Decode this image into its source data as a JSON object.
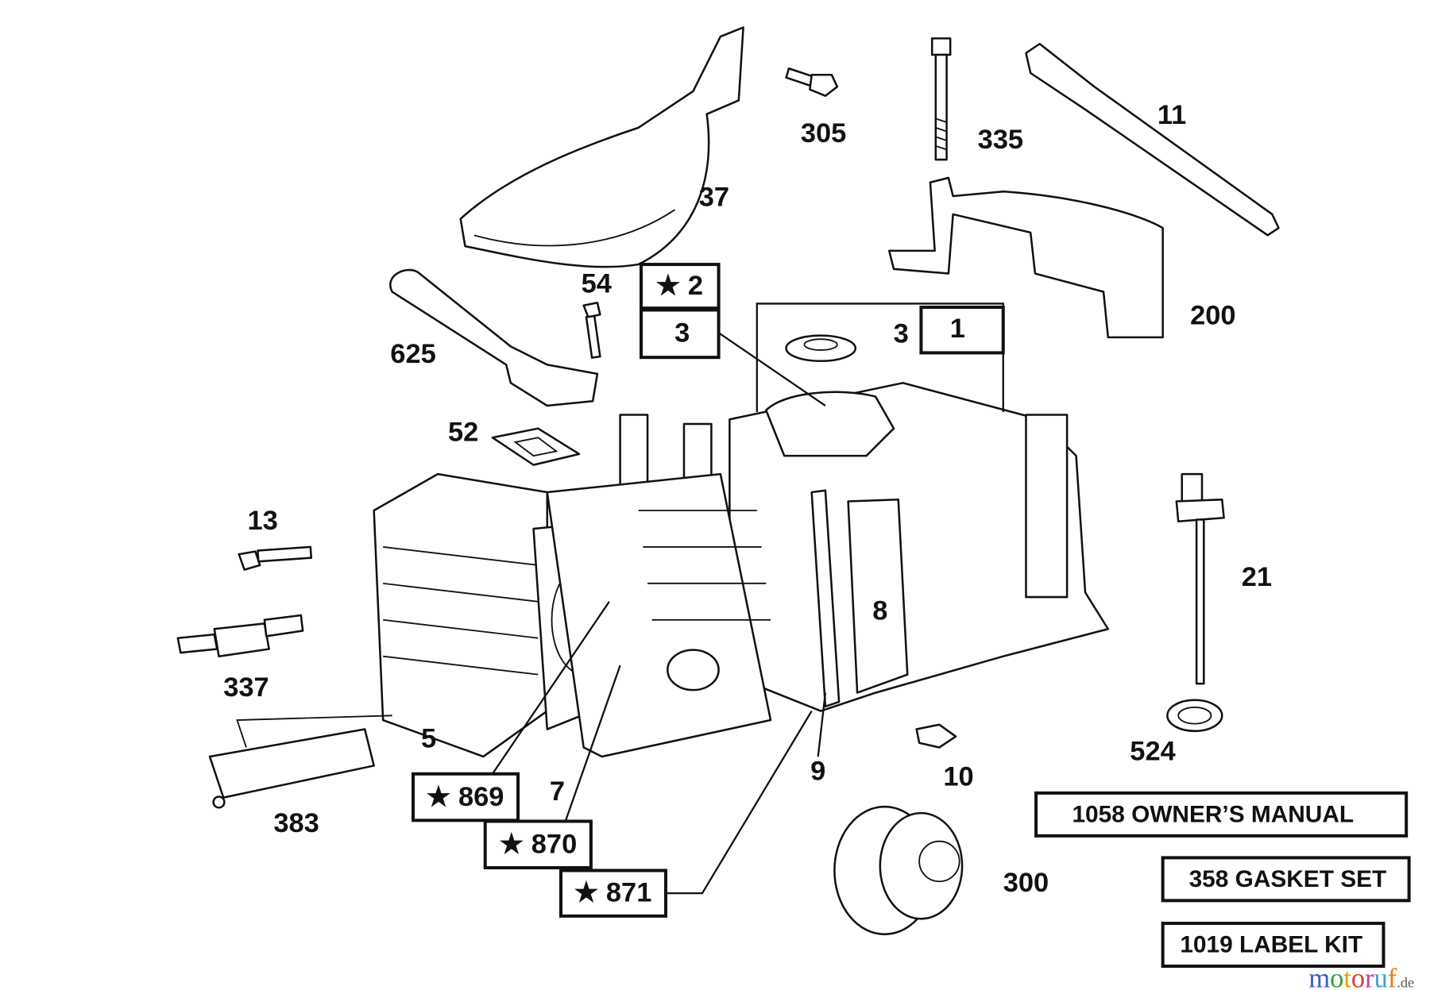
{
  "diagram": {
    "callouts": {
      "c305": "305",
      "c335": "335",
      "c11": "11",
      "c37": "37",
      "c54": "54",
      "c3a": "3",
      "c3b": "3",
      "c1": "1",
      "c200": "200",
      "c625": "625",
      "c52": "52",
      "c13": "13",
      "c21": "21",
      "c8": "8",
      "c337": "337",
      "c5": "5",
      "c9": "9",
      "c10": "10",
      "c524": "524",
      "c7": "7",
      "c383": "383",
      "c300": "300"
    },
    "starred": {
      "s2": "★ 2",
      "s869": "★ 869",
      "s870": "★ 870",
      "s871": "★ 871"
    },
    "kits": {
      "manual": "1058 OWNER’S MANUAL",
      "gasket": "358 GASKET SET",
      "label": "1019 LABEL KIT"
    },
    "watermark": {
      "letters": [
        "m",
        "o",
        "t",
        "o",
        "r",
        "u",
        "f"
      ],
      "colors": [
        "#3b5bbf",
        "#3b9c3b",
        "#e0a000",
        "#d04040",
        "#c040a0",
        "#40a0d0",
        "#e08020"
      ],
      "suffix": ".de"
    }
  }
}
